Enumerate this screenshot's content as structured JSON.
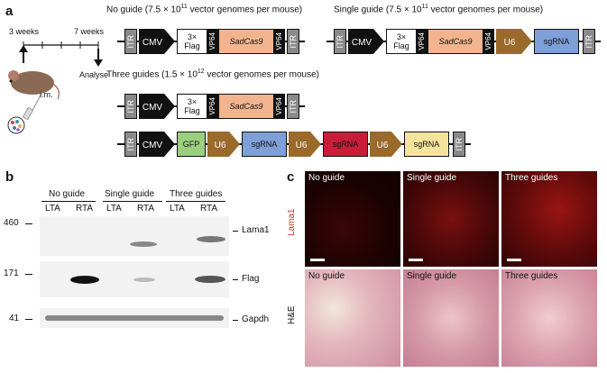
{
  "panel_a": {
    "letter": "a",
    "timeline": {
      "start_label": "3 weeks",
      "end_label": "7 weeks",
      "analyse_label": "Analyse",
      "route_label": "i.m."
    },
    "no_guide_title": "No guide (7.5 × 10",
    "no_guide_exp": "11",
    "no_guide_rest": " vector genomes per mouse)",
    "single_guide_title": "Single guide (7.5 × 10",
    "single_guide_exp": "11",
    "single_guide_rest": " vector genomes per mouse)",
    "three_guides_title": "Three guides (1.5 × 10",
    "three_guides_exp": "12",
    "three_guides_rest": " vector genomes per mouse)",
    "itr": "ITR",
    "cmv": "CMV",
    "flag": "3×\nFlag",
    "vp64": "VP64",
    "sadcas9": "SadCas9",
    "u6": "U6",
    "sgrna": "sgRNA",
    "gfp": "GFP"
  },
  "panel_b": {
    "letter": "b",
    "groups": [
      "No guide",
      "Single guide",
      "Three guides"
    ],
    "lanes": [
      "LTA",
      "RTA",
      "LTA",
      "RTA",
      "LTA",
      "RTA"
    ],
    "markers": [
      "460",
      "171",
      "41"
    ],
    "proteins": [
      "Lama1",
      "Flag",
      "Gapdh"
    ]
  },
  "panel_c": {
    "letter": "c",
    "row_labels": [
      "Lama1",
      "H&E"
    ],
    "column_labels": [
      "No guide",
      "Single guide",
      "Three guides"
    ]
  },
  "colors": {
    "itr": "#8a8a8a",
    "cas9": "#f2b48f",
    "sgrna_blue": "#7f9fd7",
    "sgrna_red": "#c81e3a",
    "sgrna_yellow": "#f7e49c",
    "gfp": "#9ccf7d",
    "u6_arrow": "#9a6a2a",
    "lama1_label": "#d62828"
  }
}
